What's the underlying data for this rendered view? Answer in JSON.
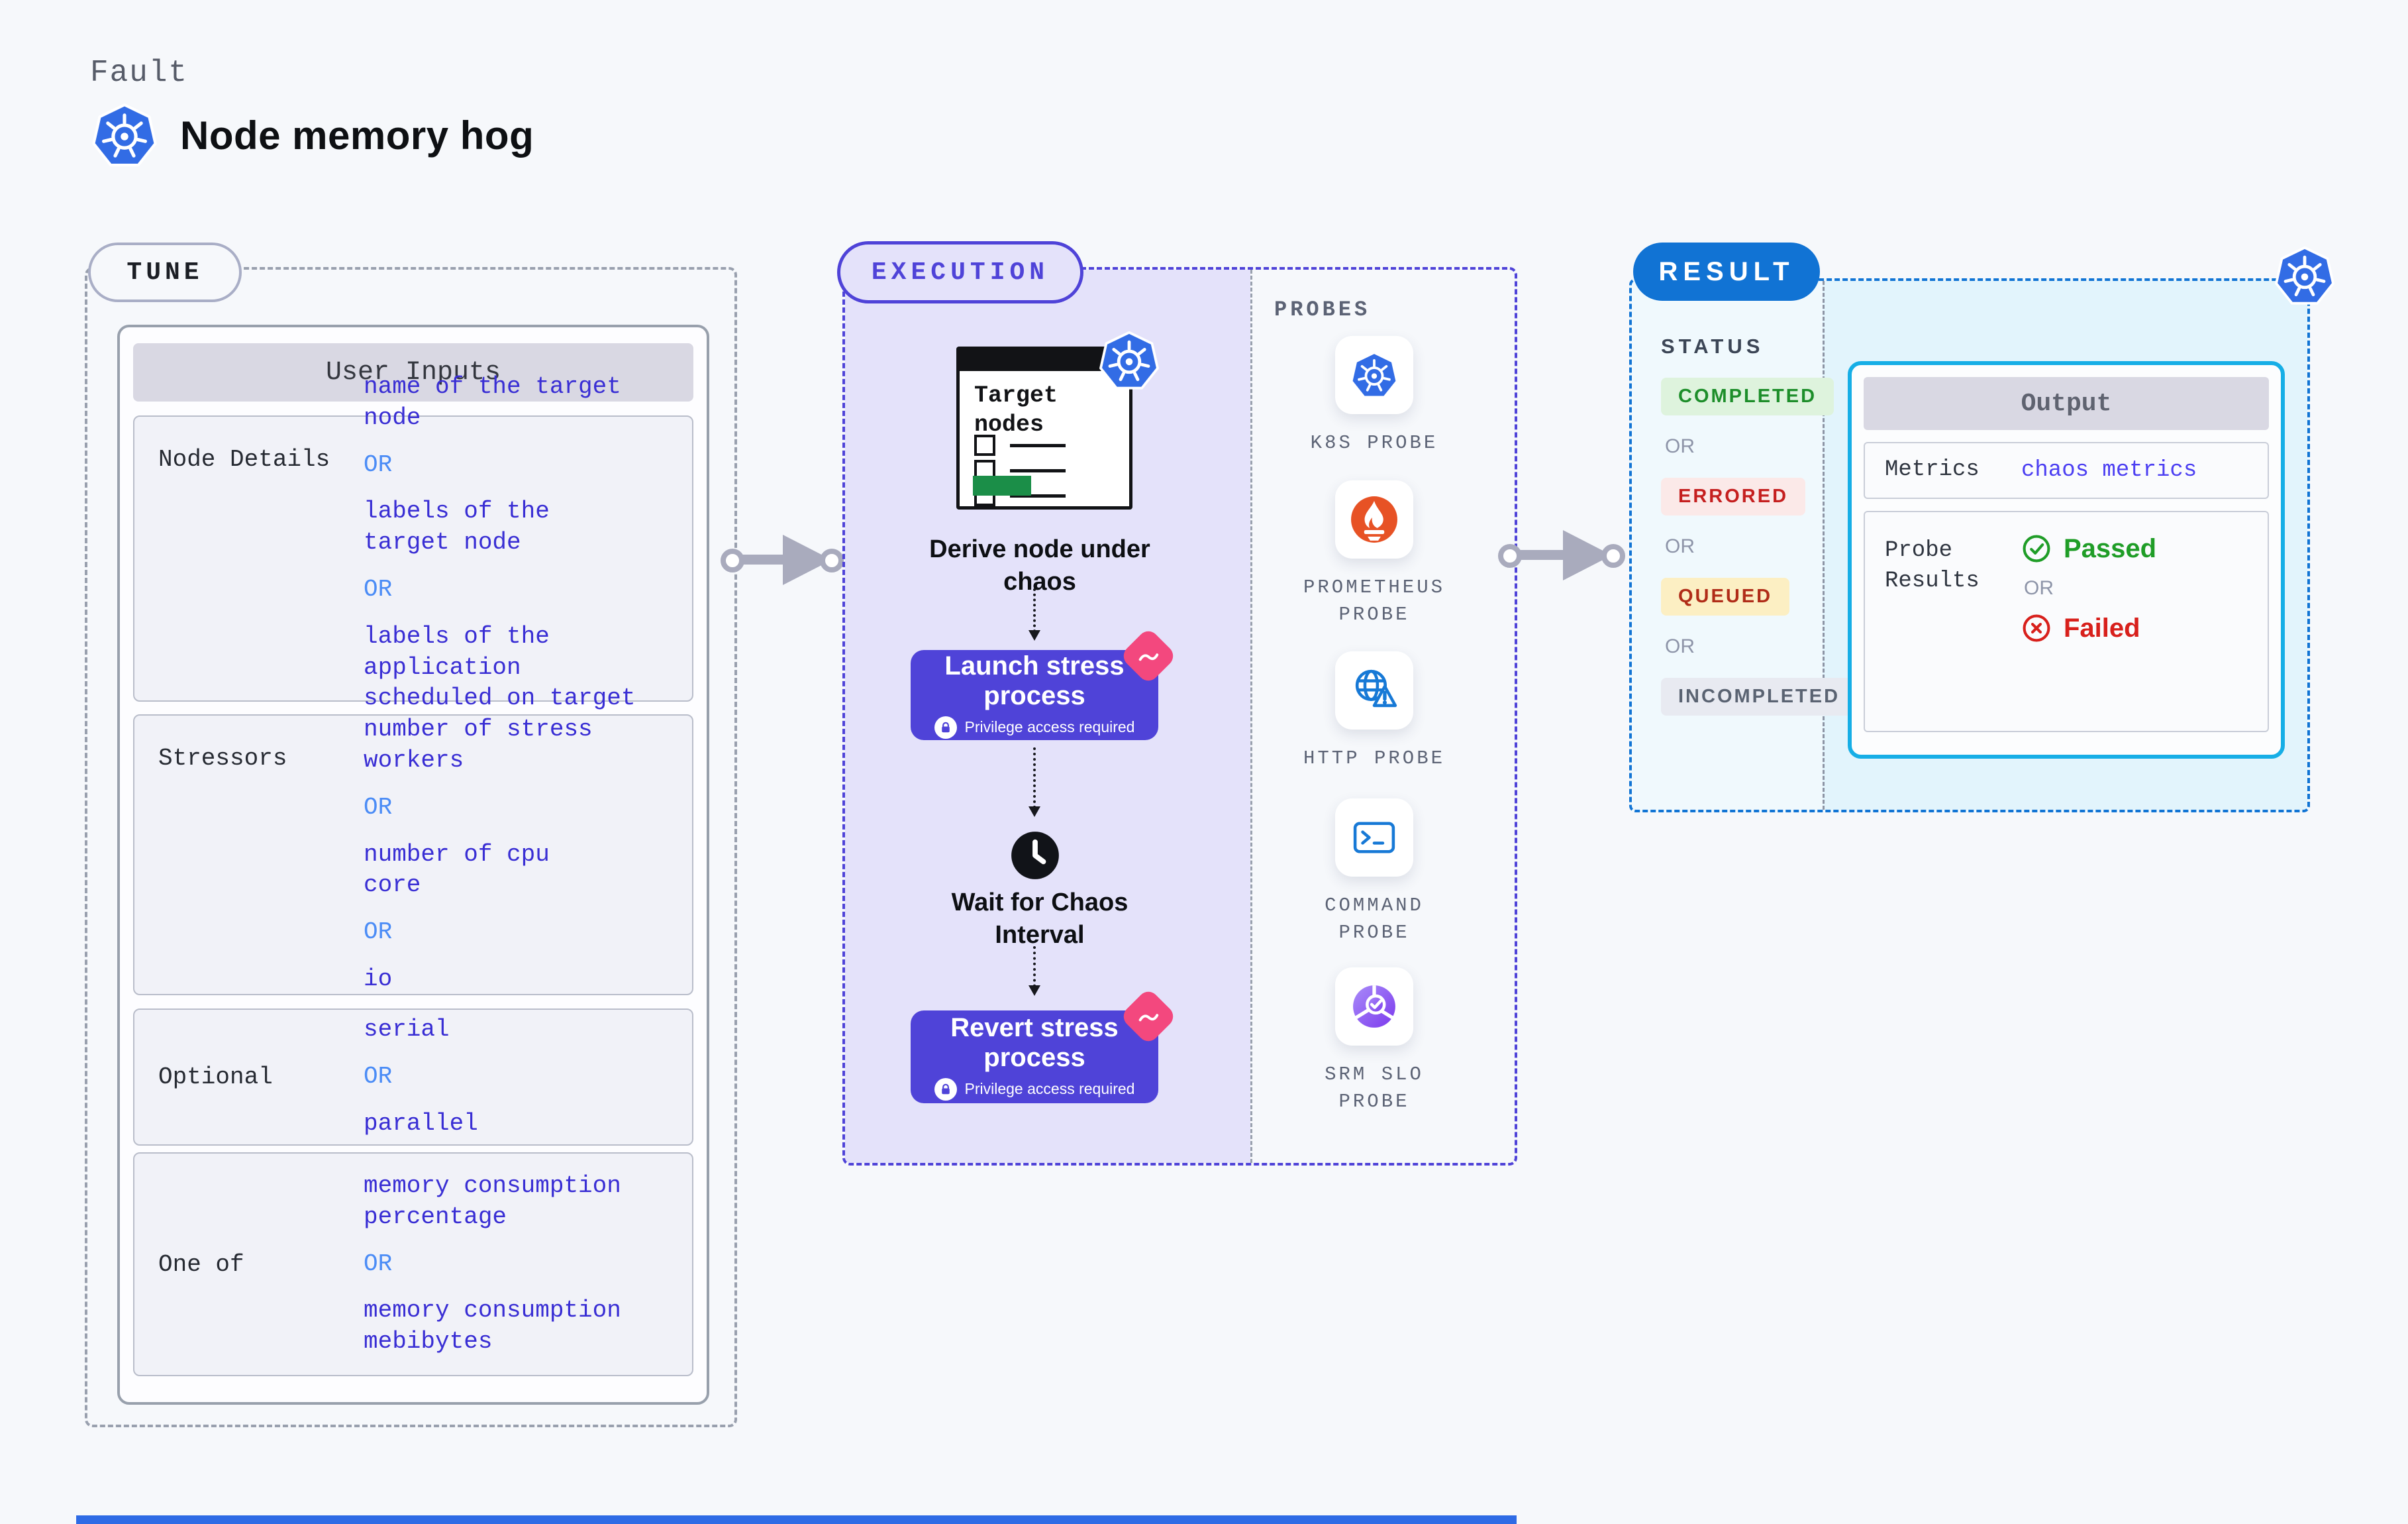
{
  "header": {
    "eyebrow": "Fault",
    "title": "Node memory hog"
  },
  "tune": {
    "pill": "TUNE",
    "panel_title": "User Inputs",
    "rows": [
      {
        "label": "Node Details",
        "items": [
          "name of the target\nnode",
          "OR",
          "labels of the\ntarget node",
          "OR",
          "labels of the application\nscheduled on target node"
        ]
      },
      {
        "label": "Stressors",
        "items": [
          "number of stress\nworkers",
          "OR",
          "number of cpu\ncore",
          "OR",
          "io"
        ]
      },
      {
        "label": "Optional",
        "items": [
          "serial",
          "OR",
          "parallel"
        ]
      },
      {
        "label": "One of",
        "items": [
          "memory consumption\npercentage",
          "OR",
          "memory consumption\nmebibytes"
        ]
      }
    ]
  },
  "execution": {
    "pill": "EXECUTION",
    "target_card_title": "Target nodes",
    "derive_label": "Derive node under\nchaos",
    "launch_label": "Launch stress\nprocess",
    "wait_label": "Wait for Chaos\nInterval",
    "revert_label": "Revert stress\nprocess",
    "privilege_note": "Privilege access required",
    "probes_label": "PROBES",
    "probes": [
      {
        "icon": "kubernetes-icon",
        "label": "K8S PROBE"
      },
      {
        "icon": "prometheus-icon",
        "label": "PROMETHEUS\nPROBE"
      },
      {
        "icon": "http-globe-warning-icon",
        "label": "HTTP PROBE"
      },
      {
        "icon": "command-terminal-icon",
        "label": "COMMAND\nPROBE"
      },
      {
        "icon": "srm-slo-gauge-icon",
        "label": "SRM SLO\nPROBE"
      }
    ]
  },
  "result": {
    "pill": "RESULT",
    "status_label": "STATUS",
    "statuses": [
      {
        "text": "COMPLETED",
        "fg": "#1d8e2a",
        "bg": "#def3dd"
      },
      {
        "text": "OR"
      },
      {
        "text": "ERRORED",
        "fg": "#c51f1f",
        "bg": "#fbe9e8"
      },
      {
        "text": "OR"
      },
      {
        "text": "QUEUED",
        "fg": "#b02c18",
        "bg": "#fcefc3"
      },
      {
        "text": "OR"
      },
      {
        "text": "INCOMPLETED",
        "fg": "#5a6372",
        "bg": "#e8eaf1"
      }
    ],
    "output": {
      "title": "Output",
      "metrics_label": "Metrics",
      "metrics_value": "chaos metrics",
      "probe_results_label": "Probe\nResults",
      "passed": "Passed",
      "or": "OR",
      "failed": "Failed"
    }
  },
  "colors": {
    "accent_indigo": "#4f43d8",
    "accent_blue": "#1173d4",
    "accent_cyan": "#16aee6",
    "value_indigo": "#392ed4",
    "or_blue": "#4b8cf6",
    "passed_green": "#1f9d27",
    "failed_red": "#d8201c",
    "pink_badge": "#f3487e",
    "kubernetes_blue": "#326ce5",
    "prometheus_orange": "#e75225",
    "srm_purple": "#7c3aed"
  }
}
